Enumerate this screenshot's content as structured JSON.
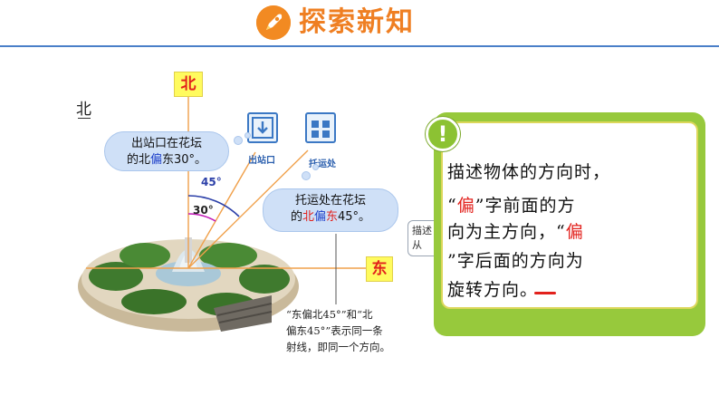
{
  "header": {
    "title": "探索新知",
    "icon": "rocket-icon"
  },
  "north_legend": "北",
  "directions": {
    "north": "北",
    "east": "东"
  },
  "angles": {
    "a45": "45°",
    "a30": "30°"
  },
  "signs": {
    "exit_label": "出站口",
    "baggage_label": "托运处"
  },
  "clouds": {
    "exit": {
      "line1": "出站口在花坛",
      "line2_prefix": "的北",
      "line2_em": "偏",
      "line2_suffix": "东30°。"
    },
    "baggage": {
      "line1": "托运处在花坛",
      "line2_prefix": "的",
      "line2_north": "北",
      "line2_em": "偏",
      "line2_east": "东",
      "line2_suffix": "45°。"
    }
  },
  "partial": {
    "p1": "托",
    "p2": "在"
  },
  "note": {
    "line1": "“东偏北45°”和“北",
    "line2": "偏东45°”表示同一条",
    "line3": "射线，即同一个方向。"
  },
  "grey_tag": {
    "line1": "描述",
    "line2": "从"
  },
  "card": {
    "line1": "描述物体的方向时，",
    "line2_a": "“",
    "line2_red": "偏",
    "line2_b": "”字前面的方",
    "line3_a": "向为主方向，“",
    "line3_red": "偏",
    "line4": "”字后面的方向为",
    "line5": "旋转方向。"
  },
  "colors": {
    "accent": "#ef7f22",
    "green": "#97c93c",
    "direction_red": "#e2211c",
    "rule_blue": "#4a7fc8"
  }
}
